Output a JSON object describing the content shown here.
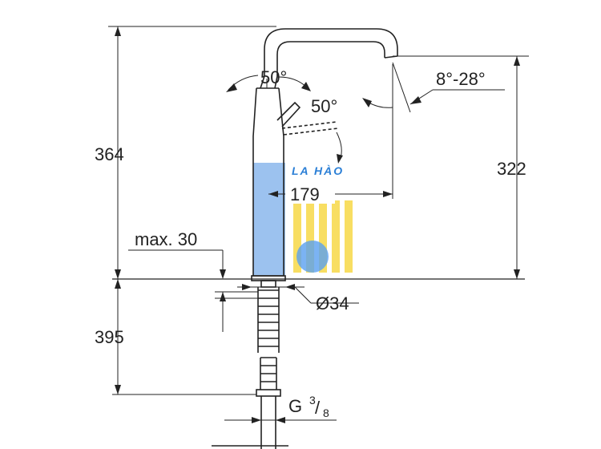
{
  "dimensions": {
    "total_height": "364",
    "spout_height": "322",
    "hose_length": "395",
    "spout_reach": "179",
    "max_deck_thickness": "max. 30",
    "hole_diameter": "Ø34",
    "connection_thread_main": "G",
    "connection_thread_num": "3",
    "connection_thread_den": "8",
    "lever_angle_top": "50°",
    "lever_angle_side": "50°",
    "spout_angle": "8°-28°"
  },
  "watermark": {
    "text": "LA HÀO",
    "colors": {
      "blue": "#4a90e2",
      "yellow": "#f5d020",
      "circle": "#5aa0f0"
    }
  }
}
